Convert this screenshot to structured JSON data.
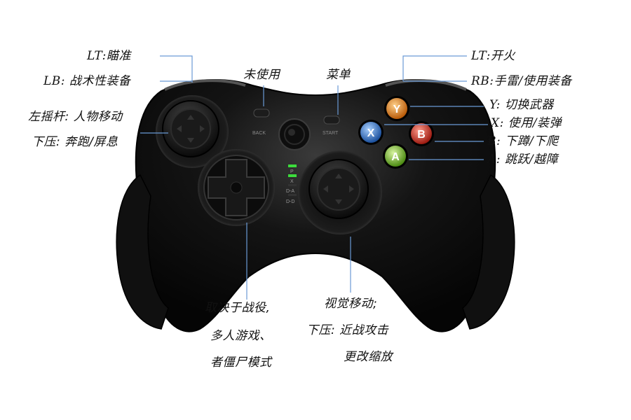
{
  "controller": {
    "back_label": "BACK",
    "start_label": "START",
    "face_buttons": {
      "y": {
        "letter": "Y",
        "color": "#e0801a"
      },
      "x": {
        "letter": "X",
        "color": "#2a6fc8"
      },
      "b": {
        "letter": "B",
        "color": "#d23a2a"
      },
      "a": {
        "letter": "A",
        "color": "#7db62e"
      }
    },
    "mode_labels": [
      "P",
      "X",
      "D-A",
      "D-D"
    ],
    "led_color": "#3cdc3c"
  },
  "annotations": {
    "lt_aim": "LT:瞄准",
    "lb_tactical": "LB: 战术性装备",
    "left_stick": "左摇杆: 人物移动",
    "left_stick_press": "下压: 奔跑/屏息",
    "back_unused": "未使用",
    "start_menu": "菜单",
    "rt_fire": "LT:开火",
    "rb_grenade": "RB:手雷/使用装备",
    "y_switch": "Y: 切换武器",
    "x_use": "X: 使用/装弹",
    "b_crouch": "B: 下蹲/下爬",
    "a_jump": "A: 跳跃/越障",
    "dpad_line1": "取决于战役,",
    "dpad_line2": "多人游戏、",
    "dpad_line3": "者僵尸模式",
    "right_stick_line1": "视觉移动;",
    "right_stick_line2": "下压: 近战攻击",
    "right_stick_line3": "更改缩放"
  }
}
